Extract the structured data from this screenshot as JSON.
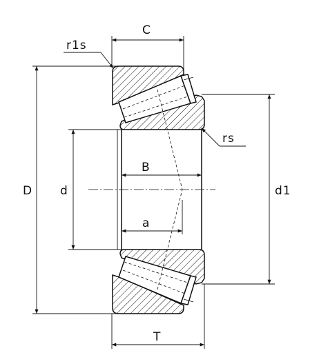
{
  "diagram": {
    "labels": {
      "C": "C",
      "r1s": "r1s",
      "rs": "rs",
      "D": "D",
      "d": "d",
      "d1": "d1",
      "B": "B",
      "a": "a",
      "T": "T"
    }
  }
}
